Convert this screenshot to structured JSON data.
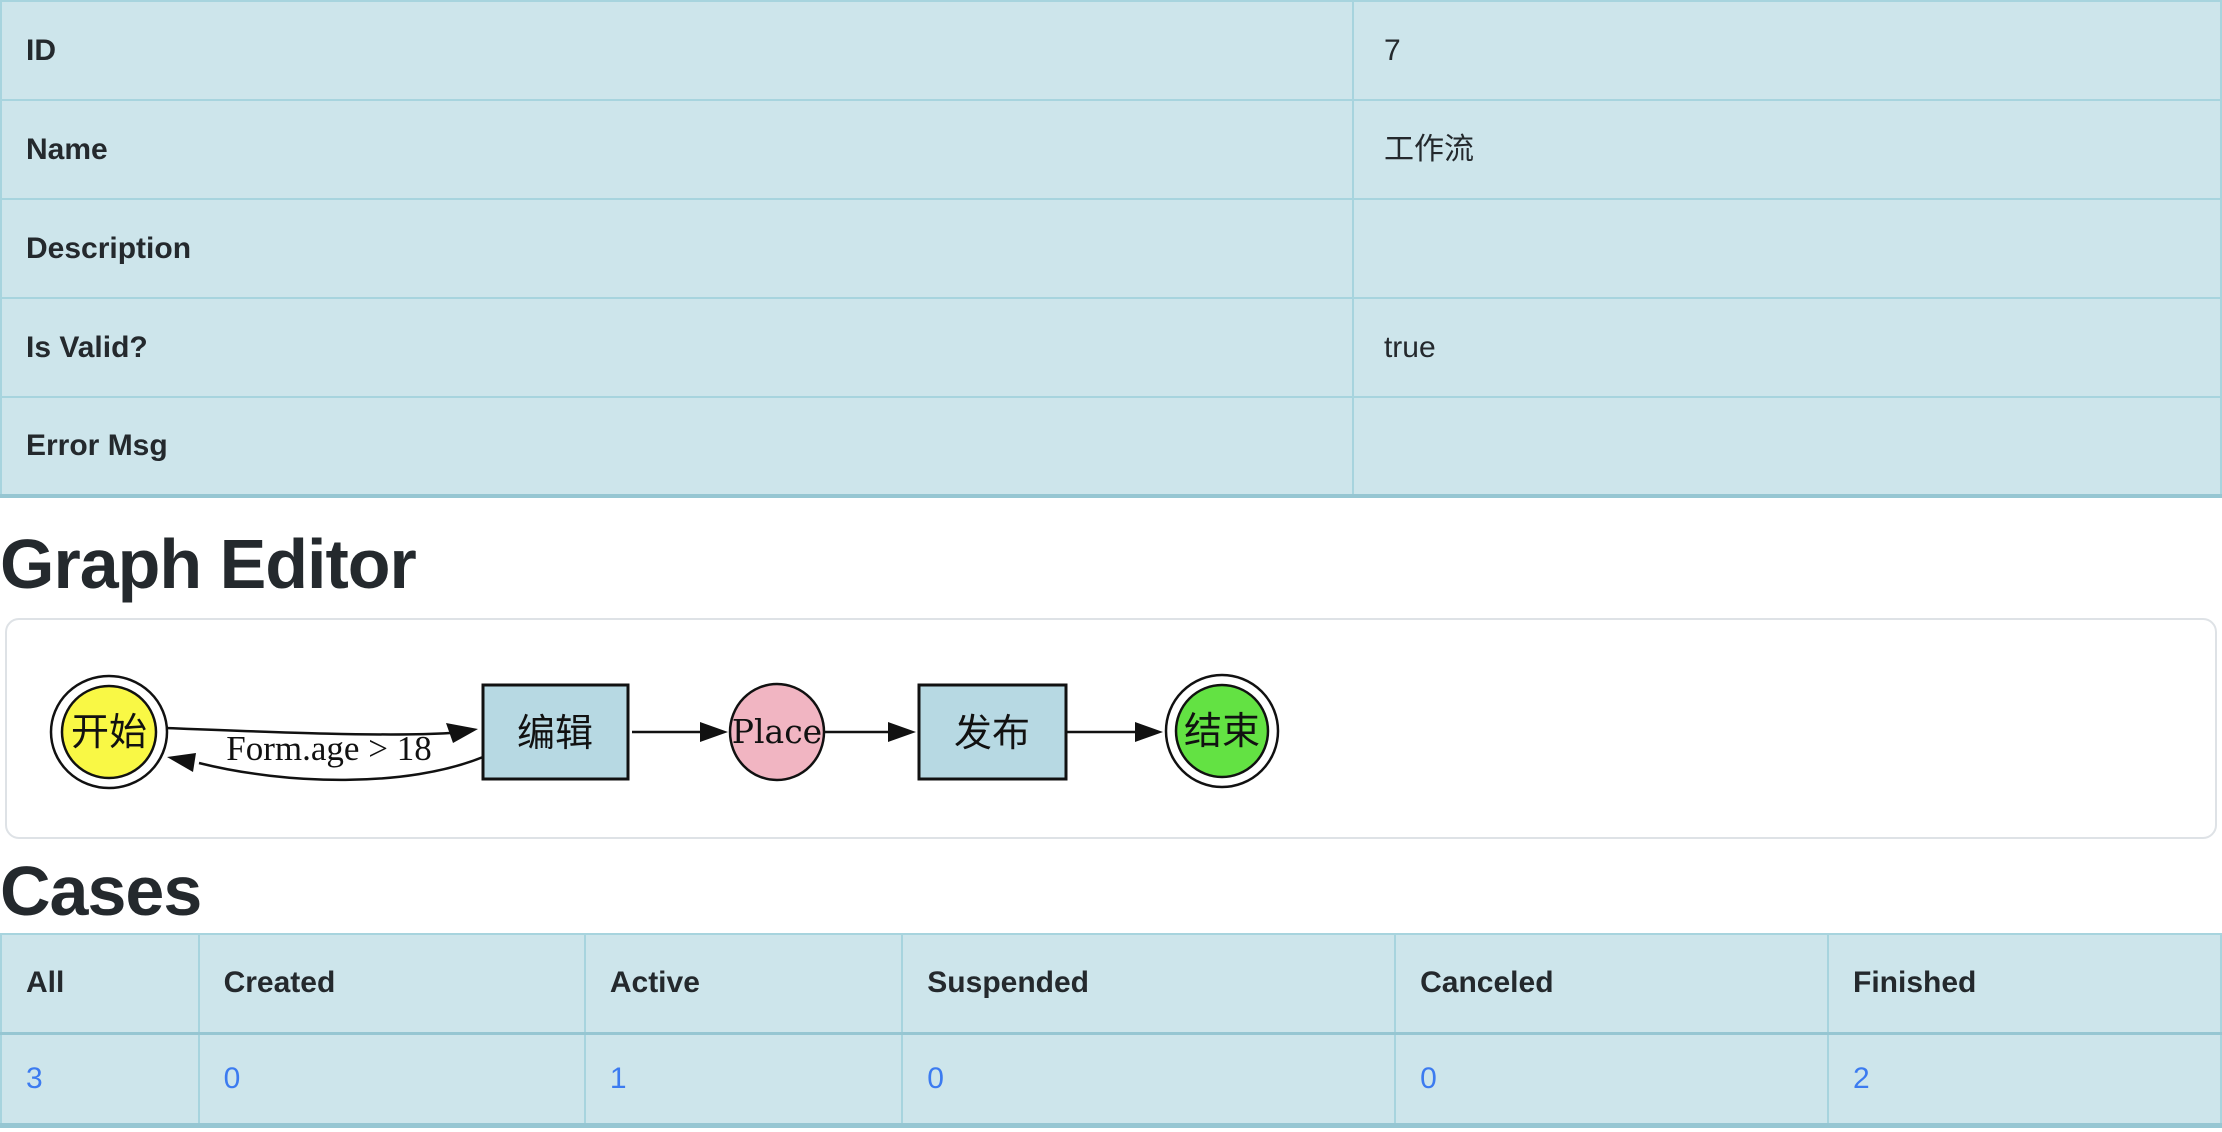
{
  "info": {
    "rows": [
      {
        "label": "ID",
        "value": "7"
      },
      {
        "label": "Name",
        "value": "工作流"
      },
      {
        "label": "Description",
        "value": ""
      },
      {
        "label": "Is Valid?",
        "value": "true"
      },
      {
        "label": "Error Msg",
        "value": ""
      }
    ]
  },
  "graph": {
    "heading": "Graph Editor",
    "nodes": [
      {
        "id": "start",
        "label": "开始",
        "shape": "doublecircle",
        "fill": "#f9f845"
      },
      {
        "id": "edit",
        "label": "编辑",
        "shape": "rect",
        "fill": "#b7d9e3"
      },
      {
        "id": "place",
        "label": "Place",
        "shape": "circle",
        "fill": "#f1b5c2"
      },
      {
        "id": "publish",
        "label": "发布",
        "shape": "rect",
        "fill": "#b7d9e3"
      },
      {
        "id": "end",
        "label": "结束",
        "shape": "doublecircle",
        "fill": "#63e243"
      }
    ],
    "edges": [
      {
        "from": "start",
        "to": "edit",
        "label": ""
      },
      {
        "from": "edit",
        "to": "start",
        "label": "Form.age > 18"
      },
      {
        "from": "edit",
        "to": "place",
        "label": ""
      },
      {
        "from": "place",
        "to": "publish",
        "label": ""
      },
      {
        "from": "publish",
        "to": "end",
        "label": ""
      }
    ]
  },
  "cases": {
    "heading": "Cases",
    "columns": [
      "All",
      "Created",
      "Active",
      "Suspended",
      "Canceled",
      "Finished"
    ],
    "values": [
      "3",
      "0",
      "1",
      "0",
      "0",
      "2"
    ]
  },
  "colors": {
    "cell_bg": "#cde5eb",
    "cell_border": "#a7d4de",
    "link_blue": "#3c7bf0",
    "node_yellow": "#f9f845",
    "node_pink": "#f1b5c2",
    "node_lightblue": "#b7d9e3",
    "node_green": "#63e243"
  }
}
